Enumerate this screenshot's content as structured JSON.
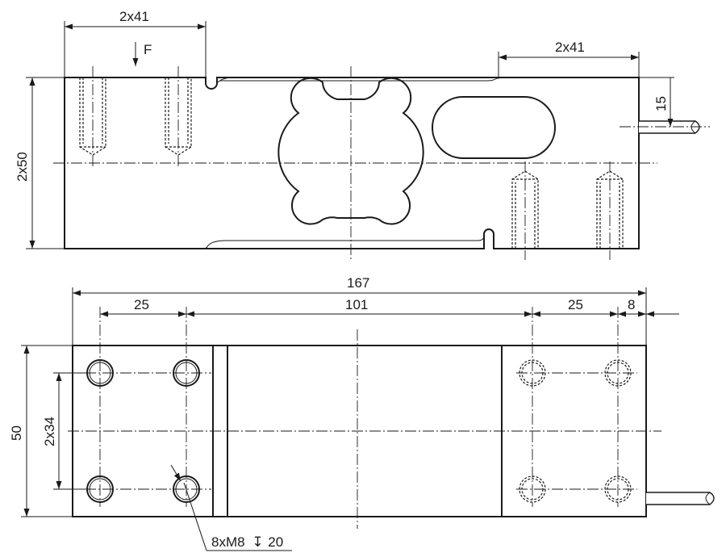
{
  "drawing": {
    "top_view": {
      "load_label": "F",
      "dims": {
        "left_spacing": "2x41",
        "right_spacing": "2x41",
        "height": "2x50",
        "cable_offset": "15"
      }
    },
    "bottom_view": {
      "dims": {
        "overall_length": "167",
        "left_hole_pitch": "25",
        "middle_span": "101",
        "right_hole_pitch": "25",
        "end_offset": "8",
        "width": "50",
        "hole_pitch_vertical": "2x34",
        "holes_callout": "8xM8",
        "depth_symbol": "↧",
        "holes_depth": "20"
      }
    }
  }
}
